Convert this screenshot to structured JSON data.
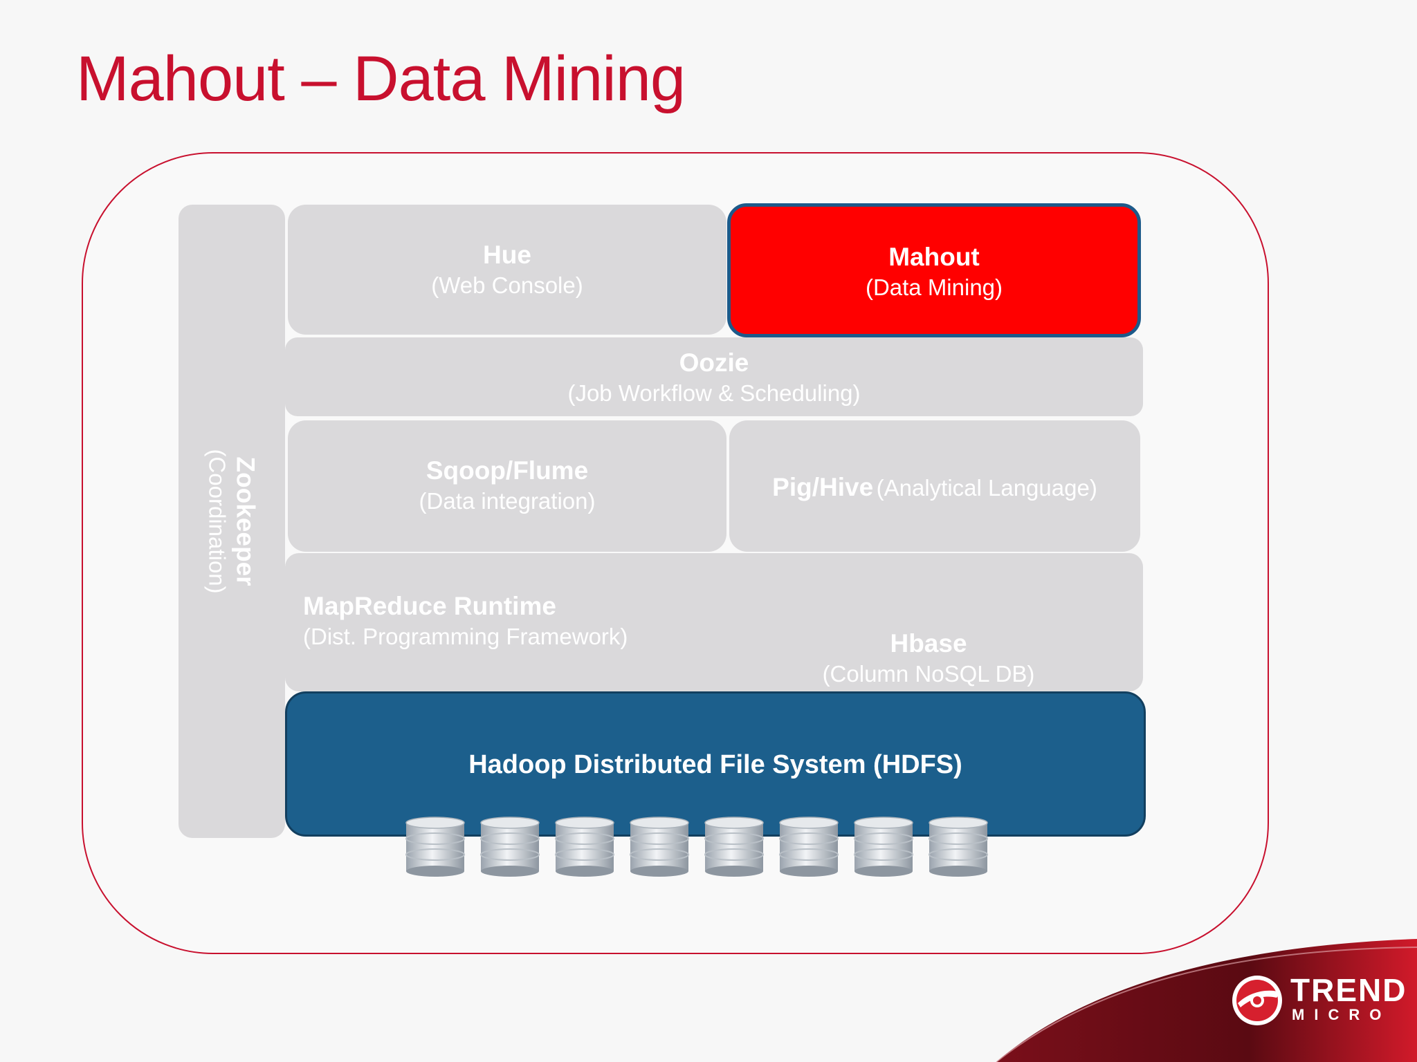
{
  "title": "Mahout – Data Mining",
  "blocks": {
    "zookeeper": {
      "name": "Zookeeper",
      "sub": "(Coordination)"
    },
    "hue": {
      "name": "Hue",
      "sub": "(Web Console)"
    },
    "mahout": {
      "name": "Mahout",
      "sub": "(Data Mining)"
    },
    "oozie": {
      "name": "Oozie",
      "sub": "(Job Workflow & Scheduling)"
    },
    "sqoop": {
      "name": "Sqoop/Flume",
      "sub": "(Data integration)"
    },
    "pig": {
      "name": "Pig/Hive",
      "sub": "(Analytical Language)"
    },
    "mapreduce": {
      "name": "MapReduce Runtime",
      "sub": "(Dist. Programming Framework)"
    },
    "hbase": {
      "name": "Hbase",
      "sub": "(Column NoSQL DB)"
    },
    "hdfs": {
      "name": "Hadoop Distributed File System (HDFS)"
    }
  },
  "disk_count": 8,
  "logo": {
    "line1": "TREND",
    "line2": "MICRO"
  },
  "colors": {
    "accent": "#c8102e",
    "mahout": "#ff0000",
    "hdfs": "#1c5f8c",
    "block": "#dad9db"
  },
  "icons": [
    "database-disk-icon",
    "trend-micro-logo-icon"
  ]
}
